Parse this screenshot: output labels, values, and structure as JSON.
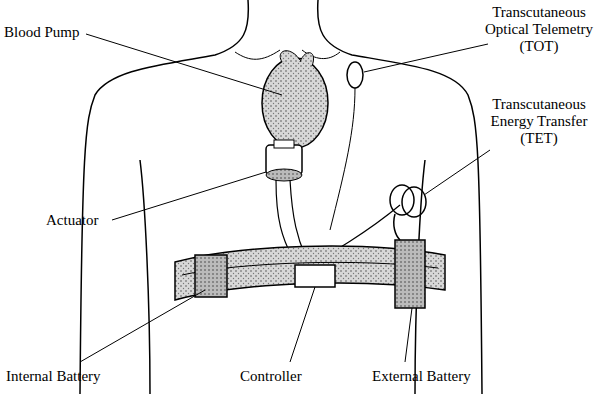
{
  "diagram": {
    "labels": [
      "Blood Pump",
      "Transcutaneous Optical Telemetry (TOT)",
      "Transcutaneous Energy Transfer (TET)",
      "Actuator",
      "Internal Battery",
      "Controller",
      "External Battery"
    ]
  }
}
